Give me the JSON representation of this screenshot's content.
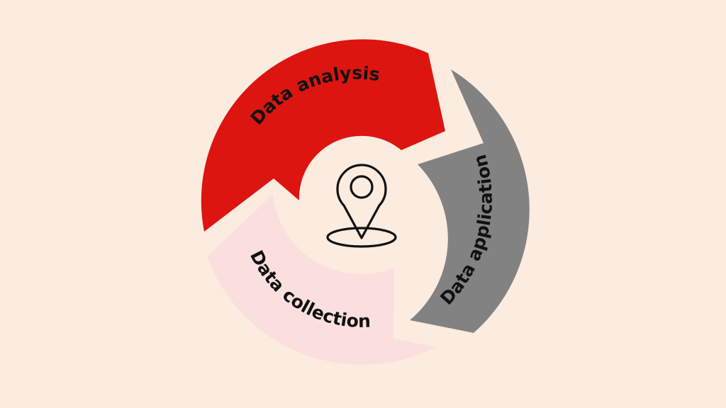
{
  "diagram": {
    "background": "#fcebdf",
    "center_icon": "map-pin-location-icon",
    "segments": [
      {
        "id": "analysis",
        "label": "Data analysis",
        "color": "#dc1510"
      },
      {
        "id": "application",
        "label": "Data application",
        "color": "#828282"
      },
      {
        "id": "collection",
        "label": "Data collection",
        "color": "#fbdfdf"
      }
    ]
  }
}
